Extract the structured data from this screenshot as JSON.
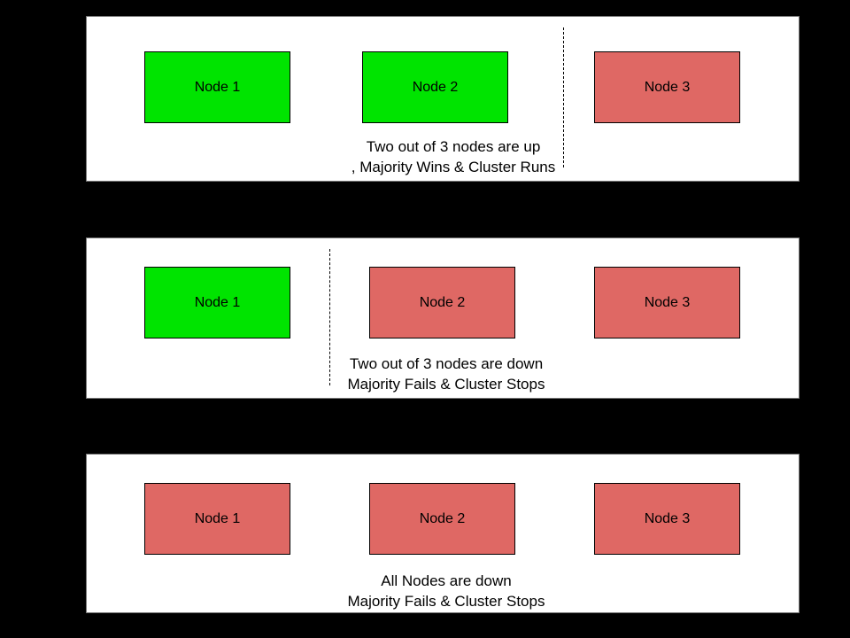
{
  "colors": {
    "background": "#000000",
    "panel_bg": "#ffffff",
    "panel_border": "#777777",
    "node_up_fill": "#00e400",
    "node_down_fill": "#df6864",
    "node_border": "#000000",
    "text": "#000000"
  },
  "panels": [
    {
      "id": "two-nodes-up",
      "nodes": [
        {
          "label": "Node 1",
          "status": "up"
        },
        {
          "label": "Node 2",
          "status": "up"
        },
        {
          "label": "Node 3",
          "status": "down"
        }
      ],
      "divider": {
        "present": true,
        "style": "dashed",
        "location": "between Node 2 and Node 3"
      },
      "caption_line1": "Two out of 3 nodes are up",
      "caption_line2": ", Majority Wins & Cluster Runs"
    },
    {
      "id": "two-nodes-down",
      "nodes": [
        {
          "label": "Node 1",
          "status": "up"
        },
        {
          "label": "Node 2",
          "status": "down"
        },
        {
          "label": "Node 3",
          "status": "down"
        }
      ],
      "divider": {
        "present": true,
        "style": "dashed",
        "location": "between Node 1 and Node 2"
      },
      "caption_line1": "Two out of 3 nodes are down",
      "caption_line2": "Majority Fails & Cluster Stops"
    },
    {
      "id": "all-nodes-down",
      "nodes": [
        {
          "label": "Node 1",
          "status": "down"
        },
        {
          "label": "Node 2",
          "status": "down"
        },
        {
          "label": "Node 3",
          "status": "down"
        }
      ],
      "divider": {
        "present": false
      },
      "caption_line1": "All Nodes are down",
      "caption_line2": "Majority Fails & Cluster Stops"
    }
  ]
}
